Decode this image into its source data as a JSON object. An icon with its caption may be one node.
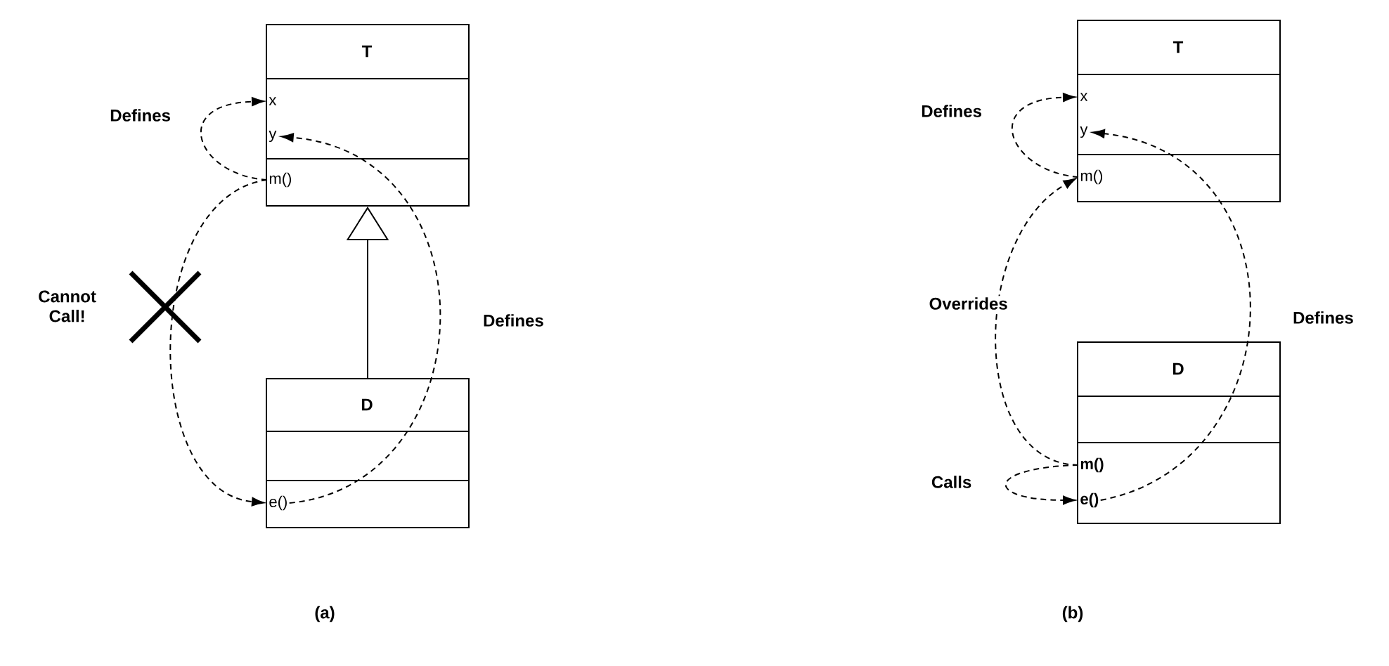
{
  "diagram": {
    "nodes": [
      {
        "text": [
          "T"
        ]
      },
      {
        "text": [
          "x"
        ],
        "in": 0
      },
      {
        "text": [
          "y"
        ],
        "in": 0
      },
      {
        "text": [
          "m()"
        ],
        "in": 0
      },
      {
        "text": [
          "D"
        ]
      },
      {
        "text": [
          "e()"
        ],
        "in": 4
      },
      {
        "text": [
          "T"
        ]
      },
      {
        "text": [
          "x"
        ],
        "in": 6
      },
      {
        "text": [
          "y"
        ],
        "in": 6
      },
      {
        "text": [
          "m()"
        ],
        "in": 6
      },
      {
        "text": [
          "D"
        ]
      },
      {
        "text": [
          "m()"
        ],
        "in": 10
      },
      {
        "text": [
          "e()"
        ],
        "in": 10
      }
    ],
    "edges": [
      {
        "from": 3,
        "to": 1,
        "arrow": "to",
        "label": "Defines",
        "style": "dashed"
      },
      {
        "from": 5,
        "to": 2,
        "arrow": "to",
        "label": "Defines",
        "style": "dashed"
      },
      {
        "from": 3,
        "to": 5,
        "arrow": "to",
        "label": "Cannot Call!",
        "style": "dashed"
      },
      {
        "from": 4,
        "to": 0,
        "arrow": "to"
      },
      {
        "from": 9,
        "to": 7,
        "arrow": "to",
        "label": "Defines",
        "style": "dashed"
      },
      {
        "from": 12,
        "to": 8,
        "arrow": "to",
        "label": "Defines",
        "style": "dashed"
      },
      {
        "from": 11,
        "to": 9,
        "arrow": "to",
        "label": "Overrides",
        "style": "dashed"
      },
      {
        "from": 11,
        "to": 12,
        "arrow": "to",
        "label": "Calls",
        "style": "dashed"
      }
    ],
    "labels": [
      "(a)",
      "(b)"
    ]
  }
}
